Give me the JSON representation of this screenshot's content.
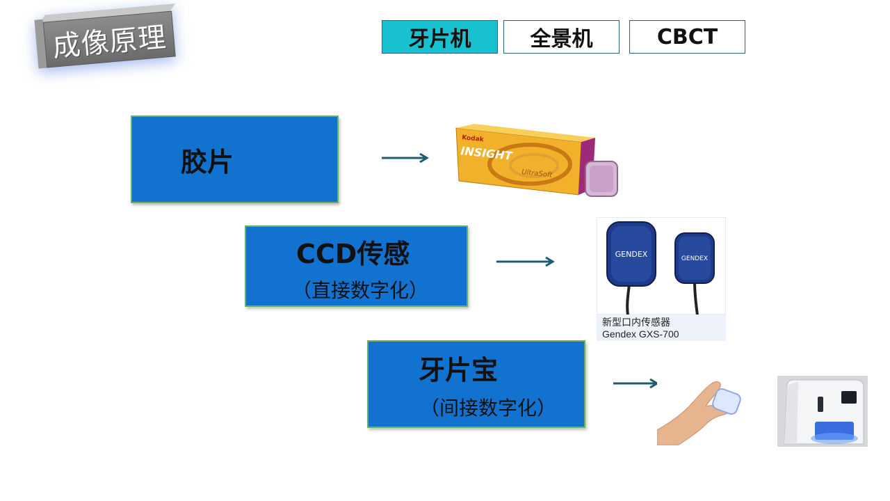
{
  "title": "成像原理",
  "tabs": [
    {
      "label": "牙片机",
      "active": true
    },
    {
      "label": "全景机",
      "active": false
    },
    {
      "label": "CBCT",
      "active": false
    }
  ],
  "boxes": [
    {
      "main": "胶片",
      "sub": ""
    },
    {
      "main": "CCD传感",
      "sub": "（直接数字化）"
    },
    {
      "main": "牙片宝",
      "sub": "（间接数字化）"
    }
  ],
  "film_box": {
    "brand": "Kodak",
    "product": "INSIGHT",
    "sub": "UltraSoft"
  },
  "sensor": {
    "brand_label": "GENDEX",
    "caption_line1": "新型口内传感器",
    "caption_line2": "Gendex GXS-700"
  },
  "colors": {
    "tab_active": "#18c1cf",
    "box_fill": "#1272d0",
    "box_border": "#6bb05a",
    "arrow": "#1d5c70"
  }
}
